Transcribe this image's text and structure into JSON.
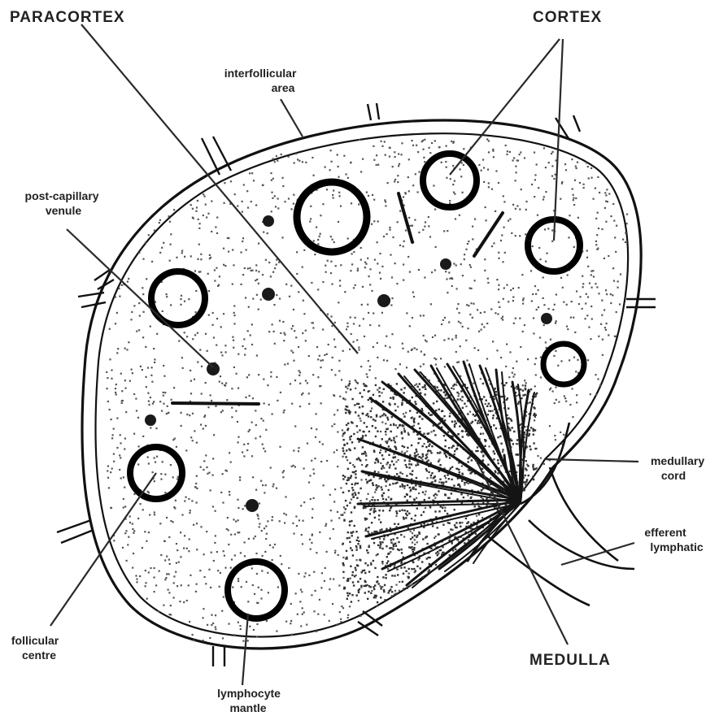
{
  "labels": {
    "paracortex": "PARACORTEX",
    "cortex": "CORTEX",
    "interfollicular_area": [
      "interfollicular",
      "area"
    ],
    "post_capillary_venule": [
      "post-capillary",
      "venule"
    ],
    "medullary_cord": [
      "medullary",
      "cord"
    ],
    "efferent_lymphatic": [
      "efferent",
      "lymphatic"
    ],
    "medulla": "MEDULLA",
    "follicular_centre": [
      "follicular",
      "centre"
    ],
    "lymphocyte_mantle": [
      "lymphocyte",
      "mantle"
    ]
  },
  "colors": {
    "ink": "#111111",
    "stipple": "#555555",
    "background": "#ffffff"
  }
}
